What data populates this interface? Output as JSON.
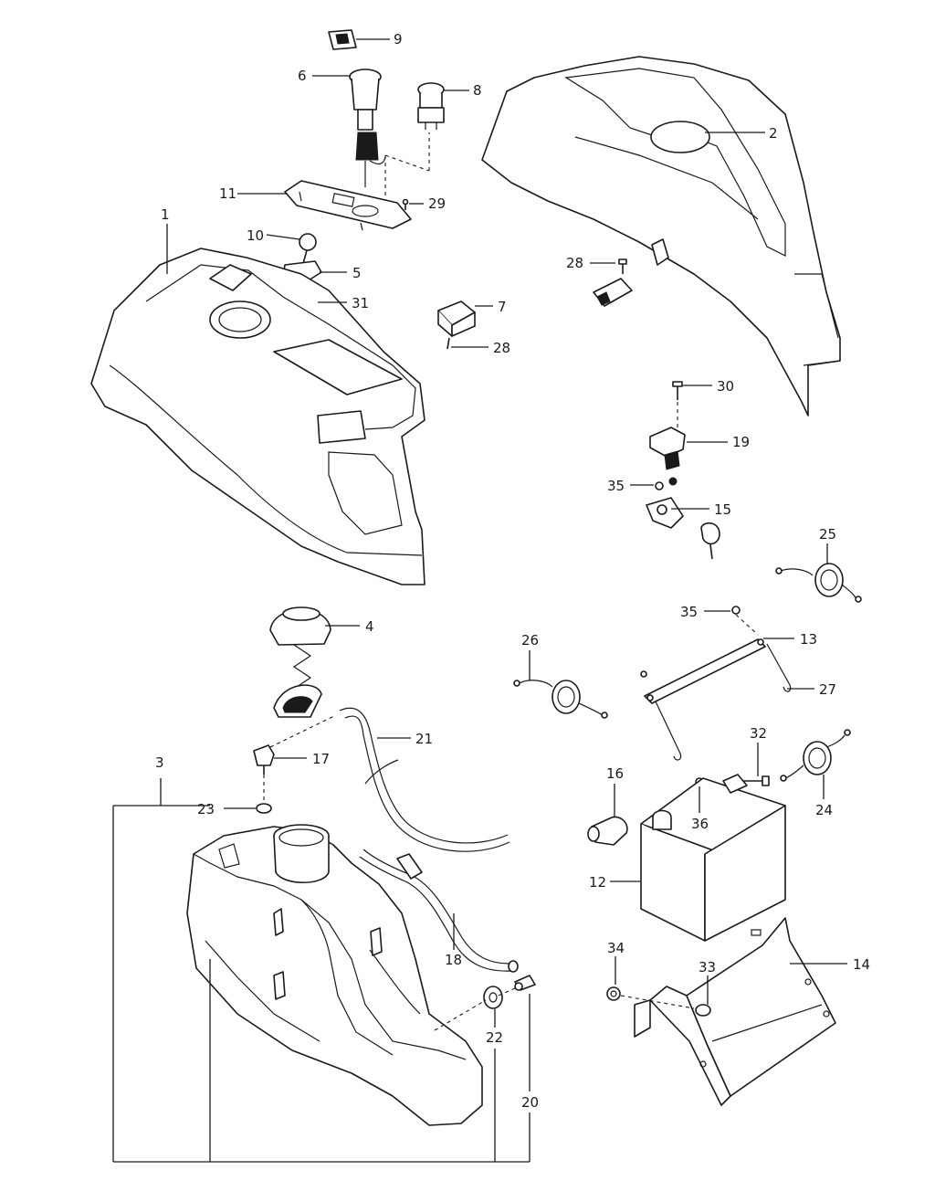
{
  "callouts": {
    "c1": "1",
    "c2": "2",
    "c3": "3",
    "c4": "4",
    "c5": "5",
    "c6": "6",
    "c7": "7",
    "c8": "8",
    "c9": "9",
    "c10": "10",
    "c11": "11",
    "c12": "12",
    "c13": "13",
    "c14": "14",
    "c15": "15",
    "c16": "16",
    "c17": "17",
    "c18": "18",
    "c19": "19",
    "c20": "20",
    "c21": "21",
    "c22": "22",
    "c23": "23",
    "c24": "24",
    "c25": "25",
    "c26": "26",
    "c27": "27",
    "c28a": "28",
    "c28b": "28",
    "c29": "29",
    "c30": "30",
    "c31": "31",
    "c32": "32",
    "c33": "33",
    "c34": "34",
    "c35a": "35",
    "c35b": "35",
    "c36": "36"
  },
  "colors": {
    "line": "#1a1a1a",
    "background": "#ffffff"
  }
}
